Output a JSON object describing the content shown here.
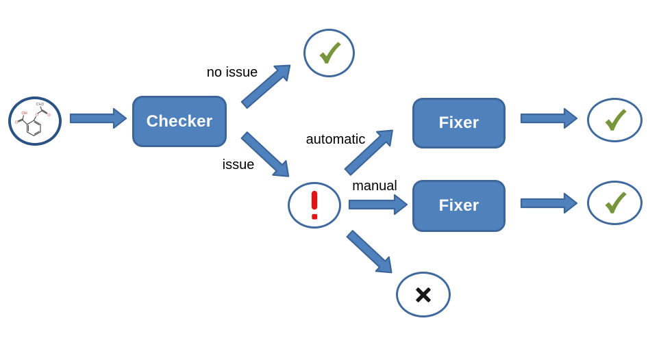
{
  "diagram": {
    "type": "flowchart",
    "nodes": {
      "checker": {
        "label": "Checker"
      },
      "fixer_automatic": {
        "label": "Fixer"
      },
      "fixer_manual": {
        "label": "Fixer"
      },
      "molecule": {
        "icon": "aspirin-molecule-icon"
      },
      "ok_no_issue": {
        "icon": "check-icon"
      },
      "issue": {
        "icon": "exclamation-icon"
      },
      "ok_automatic": {
        "icon": "check-icon"
      },
      "ok_manual": {
        "icon": "check-icon"
      },
      "reject": {
        "icon": "cross-icon"
      }
    },
    "edge_labels": {
      "no_issue": "no issue",
      "issue": "issue",
      "automatic": "automatic",
      "manual": "manual"
    },
    "molecule_atoms": {
      "methyl": "CH3",
      "ester_oxygen": "O",
      "acetyl_carbonyl_oxygen": "O",
      "hydroxyl": "OH",
      "carboxyl_oxygen": "O"
    },
    "colors": {
      "node_fill": "#4F81BD",
      "node_border": "#3C659A",
      "molecule_circle_border": "#2B5284",
      "outcome_circle_border": "#406A9E",
      "check_green": "#77963C",
      "exclamation_red": "#E61212",
      "cross_black": "#161616",
      "edge_label_text": "#000000",
      "node_label_text": "#FFFFFF"
    }
  }
}
